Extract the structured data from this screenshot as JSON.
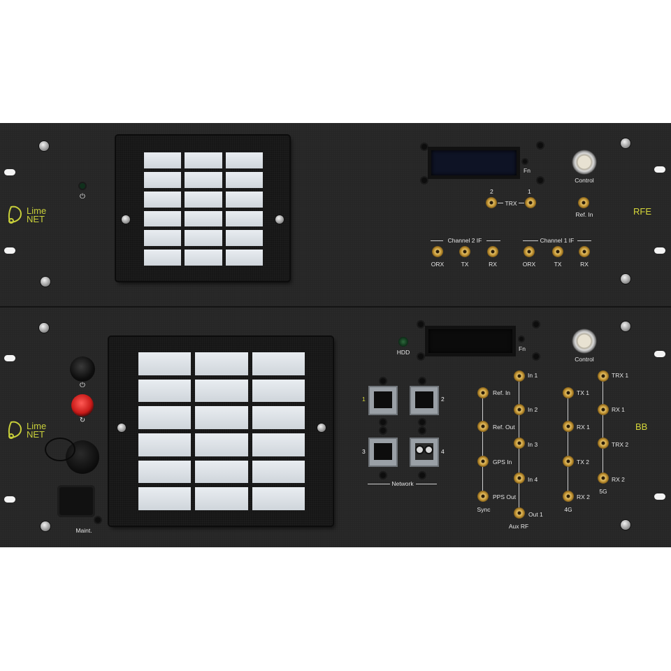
{
  "brand": {
    "line1": "Lime",
    "line2": "NET"
  },
  "rfe": {
    "title": "RFE",
    "fn": "Fn",
    "control": "Control",
    "trx": "TRX",
    "trx_num_left": "2",
    "trx_num_right": "1",
    "ref_in": "Ref. In",
    "channel2": "Channel 2 IF",
    "channel1": "Channel 1 IF",
    "orx": "ORX",
    "tx": "TX",
    "rx": "RX",
    "power_symbol": "⏻"
  },
  "bb": {
    "title": "BB",
    "hdd": "HDD",
    "fn": "Fn",
    "control": "Control",
    "network": "Network",
    "port1": "1",
    "port2": "2",
    "port3": "3",
    "port4": "4",
    "maint": "Maint.",
    "power_symbol": "⏻",
    "reset_symbol": "↻",
    "aux": {
      "ref_in": "Ref. In",
      "ref_out": "Ref. Out",
      "gps_in": "GPS In",
      "pps_out": "PPS Out",
      "sync": "Sync",
      "in1": "In 1",
      "in2": "In 2",
      "in3": "In 3",
      "in4": "In 4",
      "out1": "Out 1",
      "aux_rf": "Aux RF"
    },
    "radio": {
      "tx1": "TX 1",
      "rx1_4g": "RX 1",
      "tx2": "TX 2",
      "rx2_4g": "RX 2",
      "g4": "4G",
      "trx1": "TRX 1",
      "rx1_5g": "RX 1",
      "trx2": "TRX 2",
      "rx2_5g": "RX 2",
      "g5": "5G"
    }
  },
  "colors": {
    "panel": "#262626",
    "accent": "#d6d73a",
    "connector": "#c9a043"
  }
}
